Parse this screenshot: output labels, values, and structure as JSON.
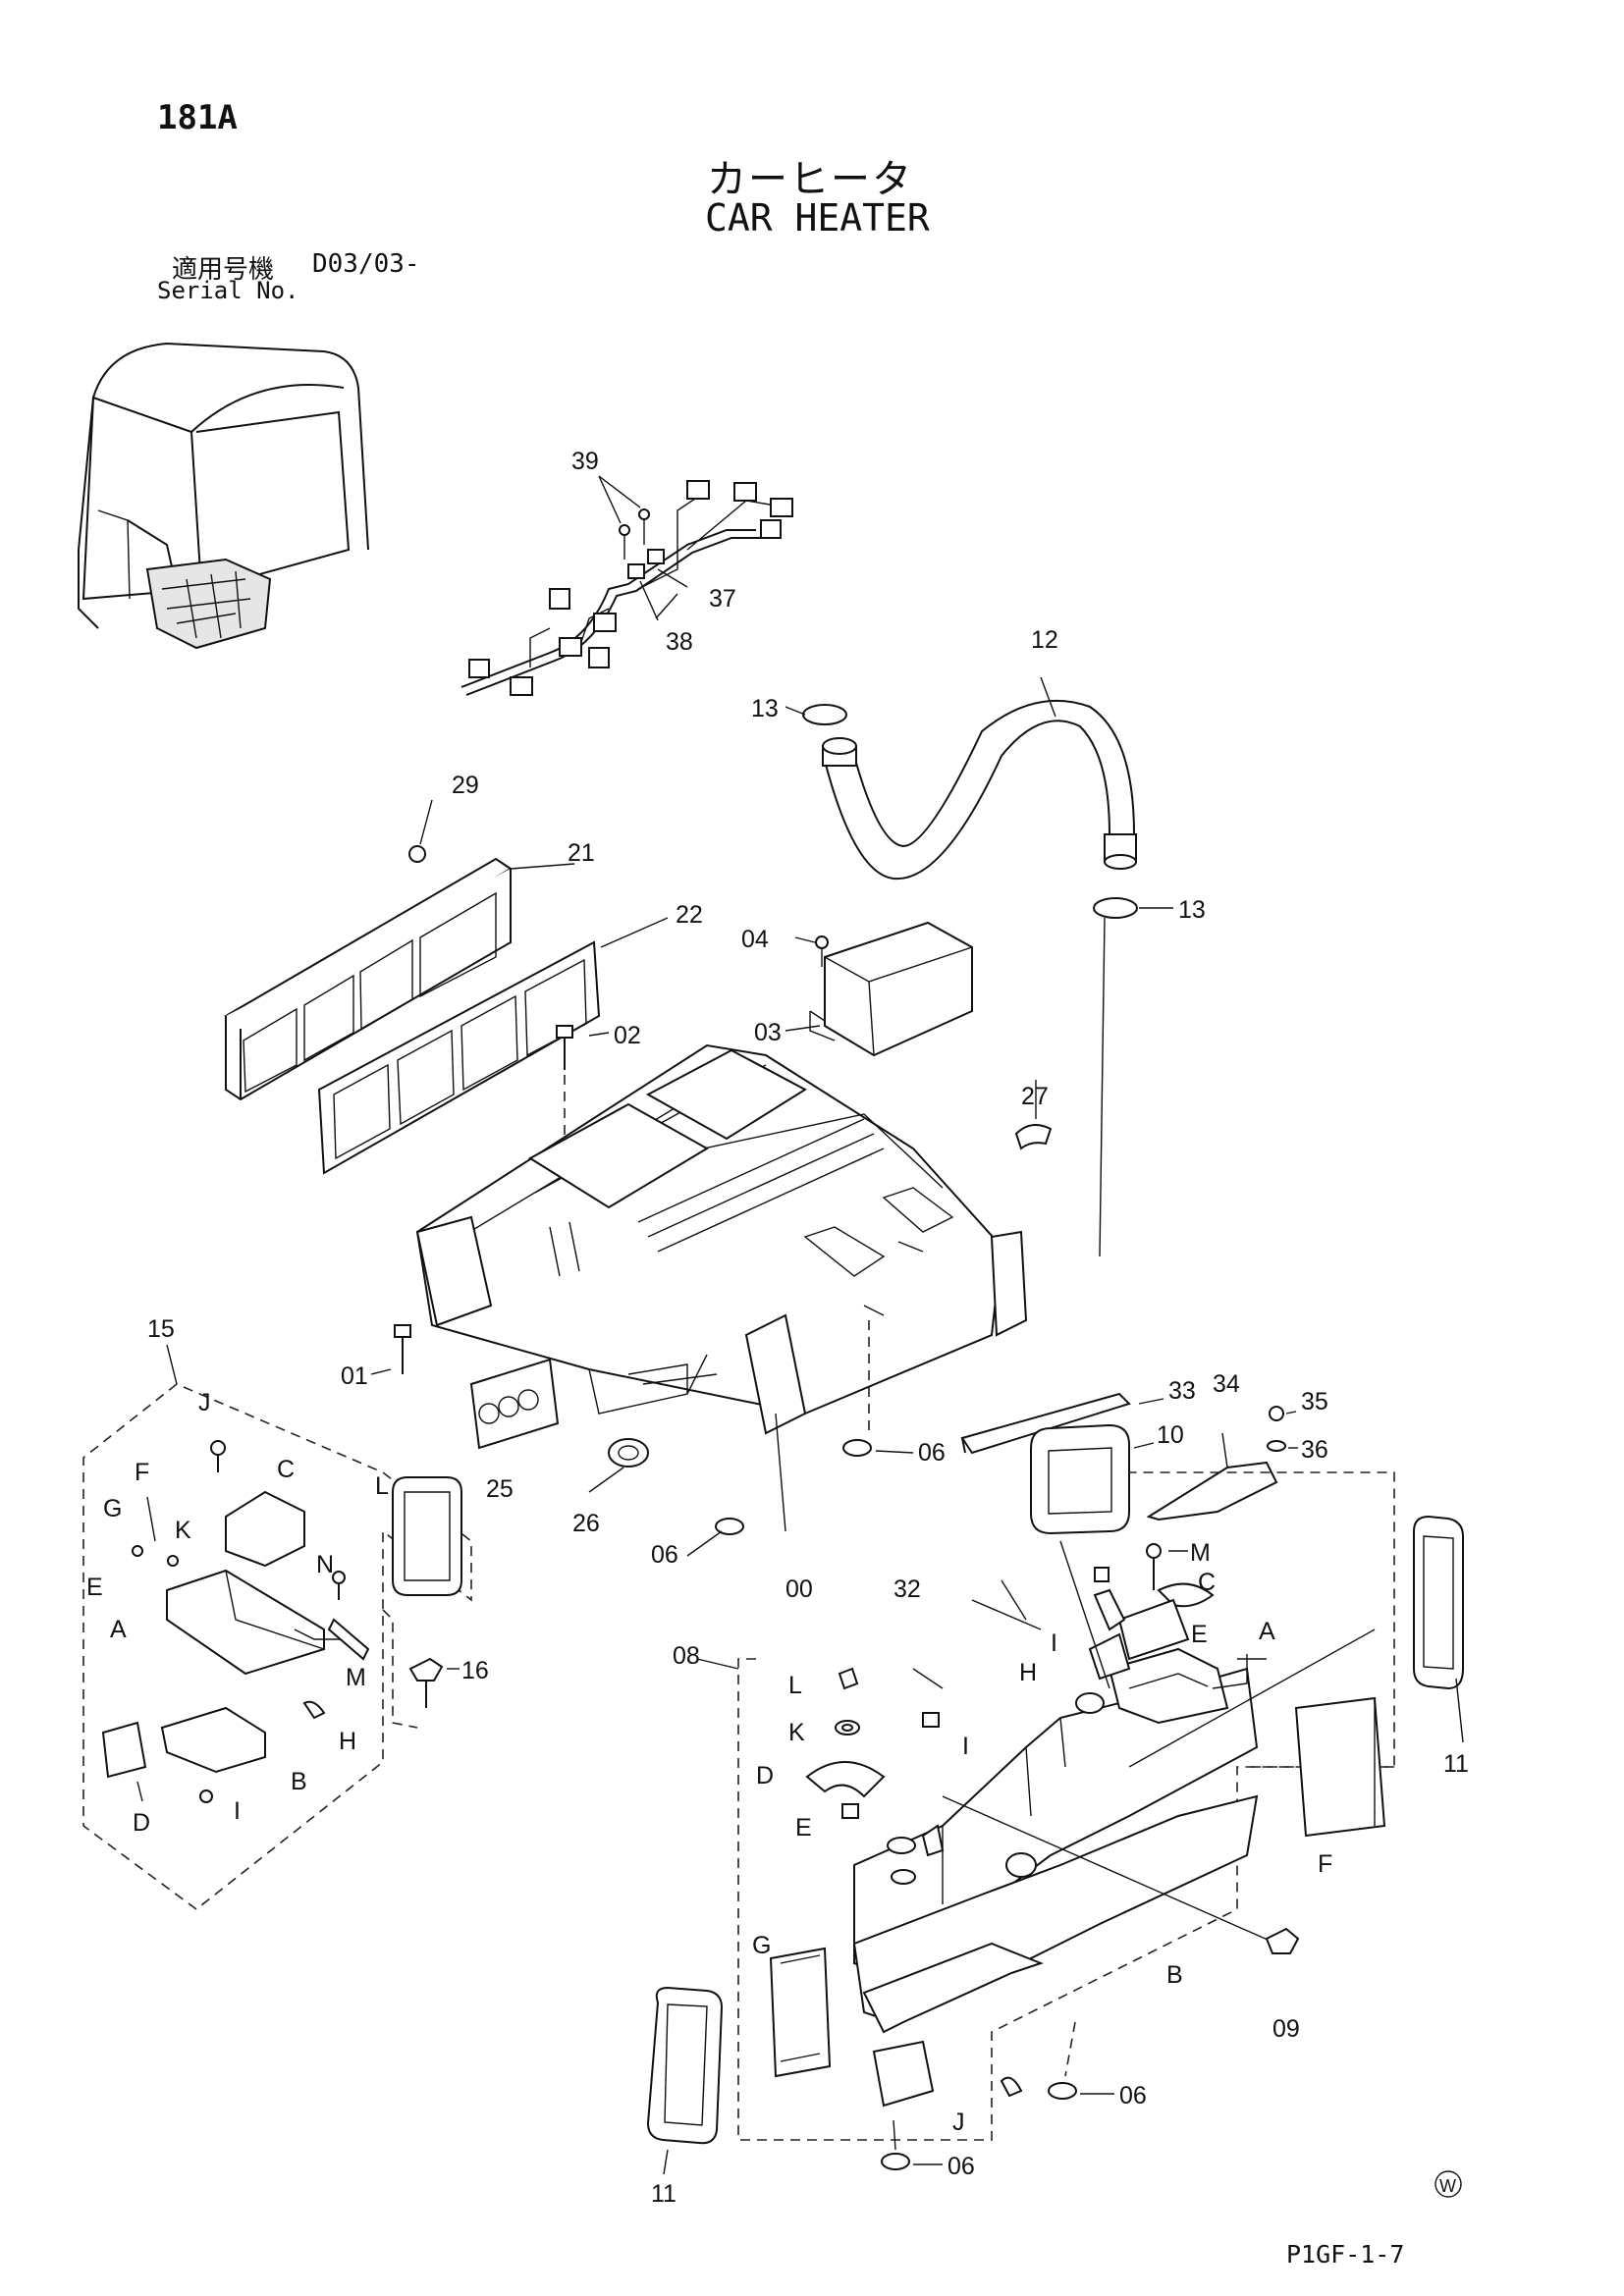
{
  "header": {
    "page_number": "181A",
    "title_jp": "カーヒータ",
    "title_en": "CAR HEATER",
    "serial_label_jp": "適用号機",
    "serial_value": "D03/03-",
    "serial_label_en": "Serial No."
  },
  "footer": {
    "stamp": "W",
    "drawing_code": "P1GF-1-7"
  },
  "callouts": [
    "39",
    "37",
    "38",
    "12",
    "13",
    "13",
    "29",
    "21",
    "22",
    "04",
    "03",
    "02",
    "27",
    "01",
    "25",
    "26",
    "06",
    "06",
    "00",
    "33",
    "34",
    "35",
    "36",
    "10",
    "15",
    "J",
    "F",
    "C",
    "G",
    "K",
    "E",
    "L",
    "N",
    "A",
    "M",
    "16",
    "H",
    "D",
    "B",
    "I",
    "M",
    "C",
    "32",
    "I",
    "H",
    "E",
    "A",
    "08",
    "L",
    "K",
    "I",
    "D",
    "E",
    "G",
    "F",
    "09",
    "B",
    "11",
    "J",
    "06",
    "06",
    "11"
  ]
}
